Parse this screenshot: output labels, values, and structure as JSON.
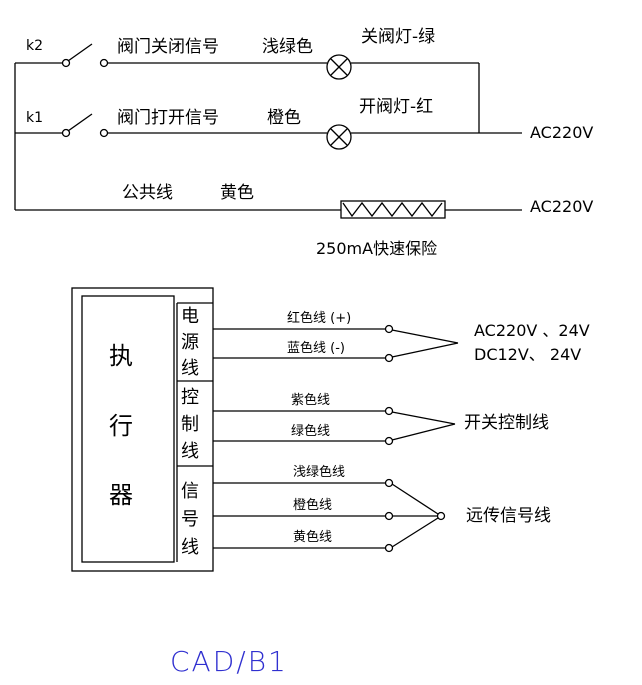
{
  "top_circuit": {
    "k2": "k2",
    "k1": "k1",
    "valve_close_signal": "阀门关闭信号",
    "light_green_color": "浅绿色",
    "close_lamp": "关阀灯-绿",
    "valve_open_signal": "阀门打开信号",
    "orange_color": "橙色",
    "open_lamp": "开阀灯-红",
    "ac_top": "AC220V",
    "common_line": "公共线",
    "yellow_color": "黄色",
    "ac_bottom": "AC220V",
    "fuse_label": "250mA快速保险"
  },
  "actuator": {
    "char1": "执",
    "char2": "行",
    "char3": "器",
    "groups": [
      {
        "chars": [
          "电",
          "源",
          "线"
        ],
        "wires": [
          "红色线 (+)",
          "蓝色线 (-)"
        ],
        "dest": [
          "AC220V  、24V",
          "DC12V、  24V"
        ]
      },
      {
        "chars": [
          "控",
          "制",
          "线"
        ],
        "wires": [
          "紫色线",
          "绿色线"
        ],
        "dest": [
          "开关控制线"
        ]
      },
      {
        "chars": [
          "信",
          "号",
          "线"
        ],
        "wires": [
          "浅绿色线",
          "橙色线",
          "黄色线"
        ],
        "dest": [
          "远传信号线"
        ]
      }
    ]
  },
  "footer": "CAD/B1",
  "colors": {
    "line": "#000000",
    "footer": "#3030d0"
  }
}
